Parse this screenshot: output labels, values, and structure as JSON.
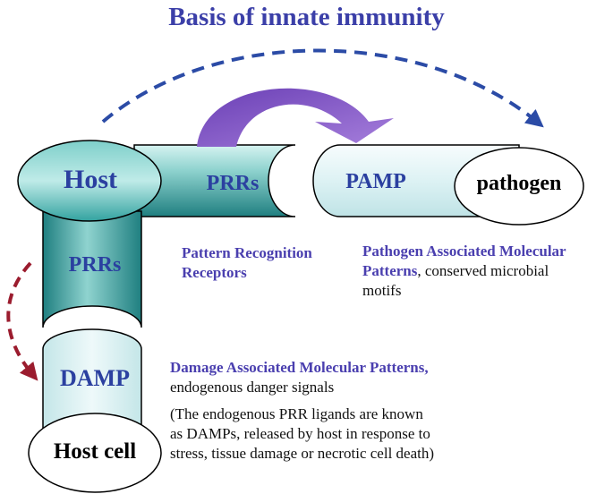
{
  "title": "Basis of innate immunity",
  "labels": {
    "host": "Host",
    "prrs_horizontal": "PRRs",
    "pamp": "PAMP",
    "pathogen": "pathogen",
    "prrs_vertical": "PRRs",
    "damp": "DAMP",
    "host_cell": "Host cell"
  },
  "descriptions": {
    "prr": {
      "line1": "Pattern Recognition",
      "line2": "Receptors"
    },
    "pamp": {
      "line1": "Pathogen Associated Molecular",
      "line2_bold": "Patterns",
      "line2_rest": ", conserved microbial",
      "line3": "motifs"
    },
    "damp": {
      "line1": "Damage Associated Molecular Patterns,",
      "line2": "endogenous danger signals"
    },
    "damp_note": {
      "line1": "(The endogenous PRR ligands are known",
      "line2": "as DAMPs, released by host in response to",
      "line3": "stress, tissue damage or necrotic cell death)"
    }
  },
  "colors": {
    "title": "#3B3FA8",
    "label_blue": "#2B40A0",
    "desc_blue": "#4A3FAF",
    "teal_dark": "#2E8F8F",
    "teal_light": "#B8E8E6",
    "pale_cyan": "#E4F6F7",
    "purple_arrow": "#8A5AC8",
    "blue_dash": "#2B4BA6",
    "red_dash": "#9B1C2E"
  },
  "icons": {
    "top_arc": "dashed-arc-arrow-icon",
    "purple_arrow": "curved-arrow-icon",
    "left_arc": "dashed-arc-arrow-icon"
  }
}
